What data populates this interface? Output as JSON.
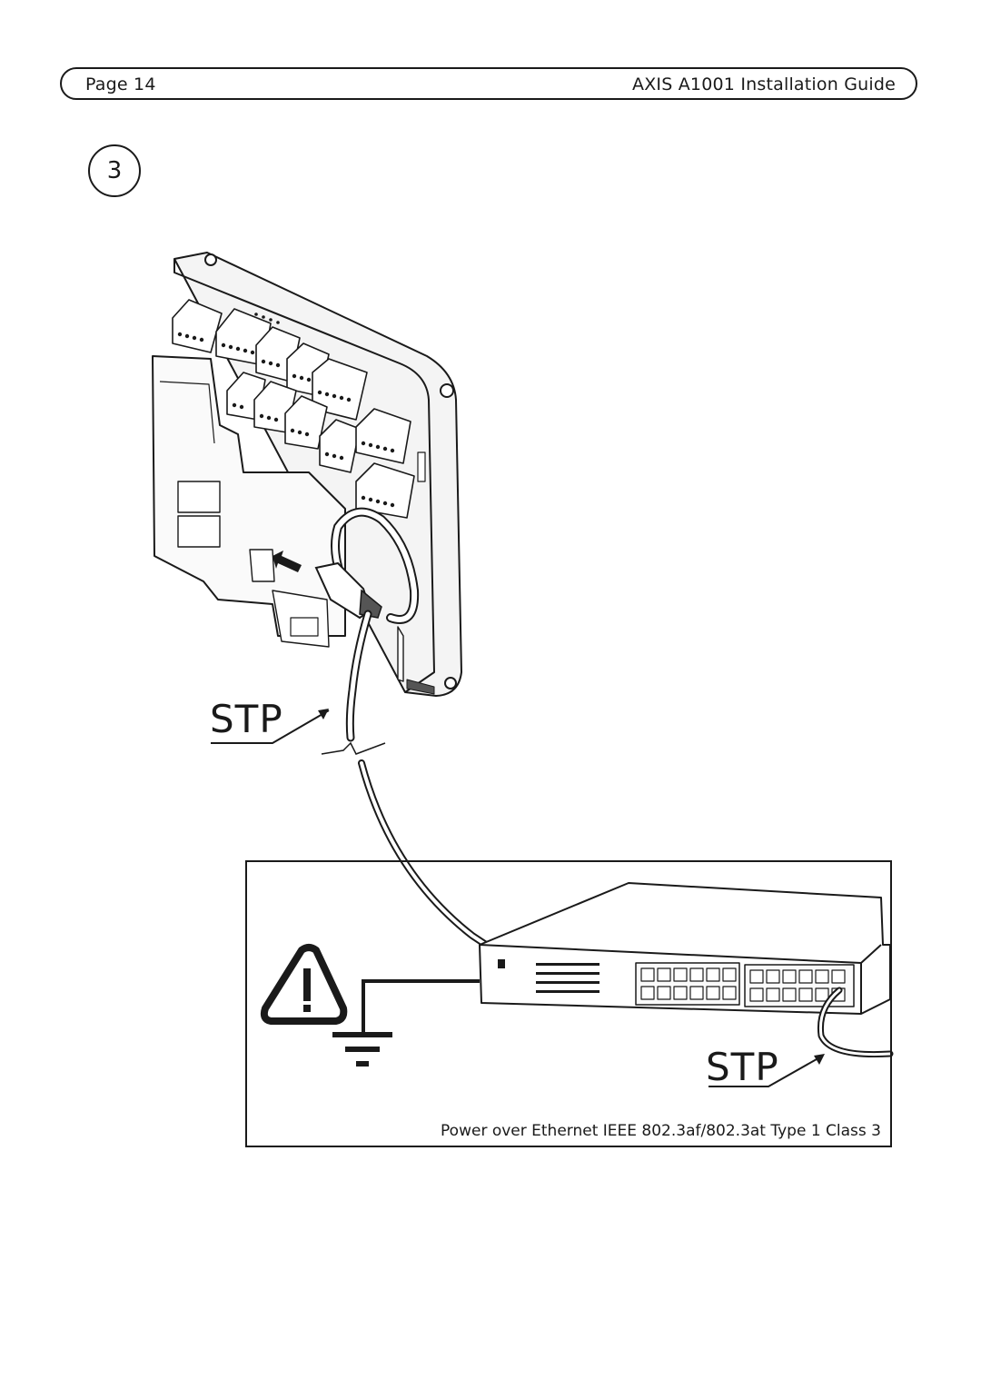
{
  "header": {
    "page_label": "Page 14",
    "guide_title": "AXIS A1001 Installation Guide"
  },
  "step": {
    "number": "3"
  },
  "figure": {
    "stp_label_top": "STP",
    "stp_label_bottom": "STP",
    "poe_caption": "Power over Ethernet IEEE 802.3af/802.3at Type 1 Class 3",
    "icons": [
      "warning-triangle-icon",
      "ground-symbol-icon",
      "arrow-icon"
    ]
  }
}
